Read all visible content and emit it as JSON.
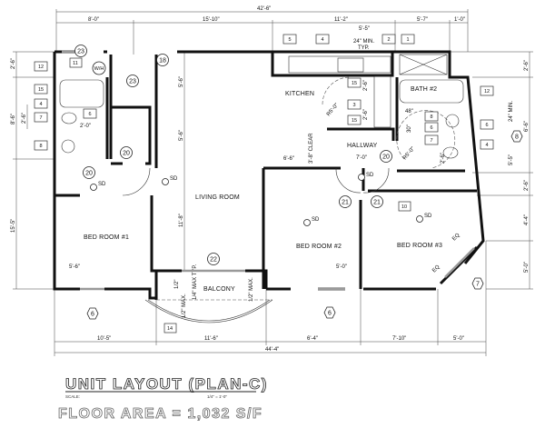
{
  "rooms": {
    "kitchen": "KITCHEN",
    "hallway": "HALLWAY",
    "bath2": "BATH #2",
    "living": "LIVING ROOM",
    "bed1": "BED ROOM #1",
    "bed2": "BED ROOM #2",
    "bed3": "BED ROOM #3",
    "balcony": "BALCONY",
    "water_heater": "W/H"
  },
  "smoke_detector": "SD",
  "dimensions": {
    "overall_top": "42'-6\"",
    "top": [
      "8'-0\"",
      "15'-10\"",
      "11'-2\"",
      "5'-7\"",
      "1'-0\""
    ],
    "overall_bottom": "44'-4\"",
    "bottom": [
      "10'-5\"",
      "11'-6\"",
      "6'-4\"",
      "7'-10\"",
      "5'-0\""
    ],
    "left": [
      "2'-6\"",
      "8'-6\"",
      "15'-5\""
    ],
    "left_inner": "2'-6\"",
    "right": [
      "2'-6\"",
      "6'-6\"",
      "2'-6\"",
      "4'-4\"",
      "5'-0\""
    ],
    "interior": {
      "closet_a": "5'-6\"",
      "closet_b": "5'-6\"",
      "bath1_width": "2'-0\"",
      "bed1_window": "5'-6\"",
      "bed2_window": "5'-0\"",
      "living_height": "11'-8\"",
      "kitchen_counter": "5'-5\"",
      "counter_min": "24\" MIN.",
      "typ": "TYP.",
      "kitchen_turn": "R5'-0\"",
      "kitchen_a": "2'-6\"",
      "kitchen_b": "2'-6\"",
      "hall_clear": "3'-8\" CLEAR",
      "hall_left": "6'-6\"",
      "hall_width": "7'-0\"",
      "bath2_turn": "R5'-0\"",
      "bath2_48": "48\"",
      "bath2_30": "30\"",
      "bath2_min": "24\" MIN.",
      "bath2_toilet": "2'-6\"",
      "bath2_right": "5'-5\"",
      "balcony_max1": "1/2\" MAX.",
      "balcony_max2": "1/2\" MAX.",
      "balcony_slope": "1/4\" MAX TYP.",
      "balcony_h": "1/2\"",
      "bed3_window1": "EQ",
      "bed3_window2": "EQ"
    }
  },
  "keynotes": {
    "left": [
      "12",
      "15",
      "4",
      "7",
      "8"
    ],
    "bath1_vanity": "6",
    "closet": "11",
    "kitchen_top": [
      "5",
      "4",
      "2",
      "1"
    ],
    "kitchen": [
      "15",
      "3",
      "15"
    ],
    "bath2": [
      "8",
      "6",
      "7"
    ],
    "bath2_right": [
      "12",
      "6",
      "4"
    ],
    "bed3": "10",
    "balcony": "14"
  },
  "tags": {
    "circles": [
      "23",
      "23",
      "18",
      "20",
      "20",
      "20",
      "21",
      "21",
      "22"
    ],
    "hexagons": [
      "6",
      "6",
      "8",
      "7"
    ]
  },
  "title": {
    "name": "UNIT LAYOUT (PLAN-C)",
    "scale_label": "SCALE:",
    "scale_value": "1/4\" = 1'-0\"",
    "floor_area": "FLOOR AREA = 1,032 S/F"
  }
}
